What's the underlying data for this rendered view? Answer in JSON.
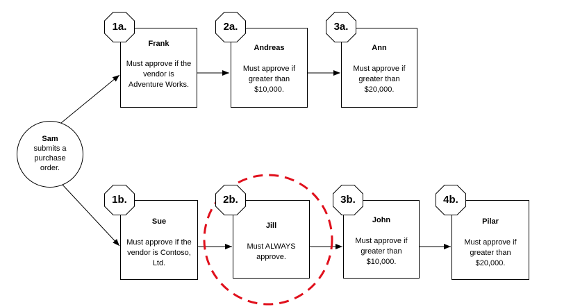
{
  "start_node": {
    "name": "Sam",
    "description": "submits a purchase order."
  },
  "steps": [
    {
      "badge": "1a.",
      "name": "Frank",
      "description": "Must approve if the vendor is Adventure Works."
    },
    {
      "badge": "2a.",
      "name": "Andreas",
      "description": "Must approve if greater than $10,000."
    },
    {
      "badge": "3a.",
      "name": "Ann",
      "description": "Must approve if greater than $20,000."
    },
    {
      "badge": "1b.",
      "name": "Sue",
      "description": "Must approve if the vendor is Contoso, Ltd."
    },
    {
      "badge": "2b.",
      "name": "Jill",
      "description": "Must ALWAYS approve."
    },
    {
      "badge": "3b.",
      "name": "John",
      "description": "Must approve if greater than $10,000."
    },
    {
      "badge": "4b.",
      "name": "Pilar",
      "description": "Must approve if greater than $20,000."
    }
  ],
  "colors": {
    "highlight": "#e0101c",
    "line": "#000000"
  }
}
